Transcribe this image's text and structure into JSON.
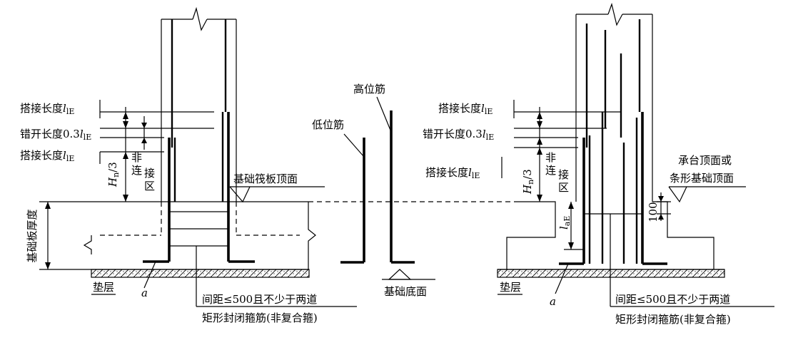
{
  "left": {
    "lap_length_top": "搭接长度",
    "stagger_length": "错开长度0.3",
    "lap_length_bottom": "搭接长度",
    "lap_sym": "l",
    "lap_sub": "lE",
    "height_label": "H",
    "height_sub": "n",
    "height_div": "/3",
    "non_joint_zone": "非连接区",
    "raft_top": "基础筏板顶面",
    "raft_thickness": "基础板厚度",
    "cushion": "垫层",
    "anchor_a": "a",
    "stirrup_line1": "间距≤500且不少于两道",
    "stirrup_line2": "矩形封闭箍筋(非复合箍)"
  },
  "middle": {
    "low_bar": "低位筋",
    "high_bar": "高位筋",
    "foundation_bottom": "基础底面"
  },
  "right": {
    "lap_length_top": "搭接长度",
    "stagger_length": "错开长度0.3",
    "lap_length_bottom": "搭接长度",
    "lap_sym": "l",
    "lap_sub": "lE",
    "height_label": "H",
    "height_sub": "n",
    "height_div": "/3",
    "non_joint_zone": "非连接区",
    "cap_top_line1": "承台顶面或",
    "cap_top_line2": "条形基础顶面",
    "dim_100": "100",
    "anchor_len_sym": "l",
    "anchor_len_sub": "aE",
    "cushion": "垫层",
    "anchor_a": "a",
    "stirrup_line1": "间距≤500且不少于两道",
    "stirrup_line2": "矩形封闭箍筋(非复合箍)"
  }
}
